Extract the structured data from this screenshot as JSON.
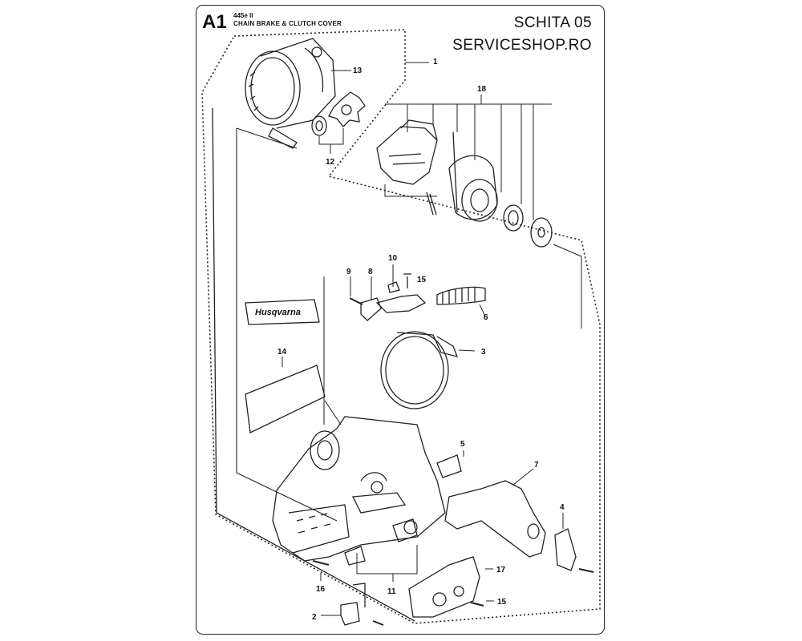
{
  "header": {
    "code": "A1",
    "model": "445e II",
    "subtitle": "CHAIN BRAKE & CLUTCH COVER",
    "schita": "SCHITA 05",
    "shop": "SERVICESHOP.RO"
  },
  "decal_brand": "Husqvarna",
  "callouts": [
    {
      "id": "callout-1",
      "text": "1"
    },
    {
      "id": "callout-2",
      "text": "2"
    },
    {
      "id": "callout-3",
      "text": "3"
    },
    {
      "id": "callout-4",
      "text": "4"
    },
    {
      "id": "callout-5",
      "text": "5"
    },
    {
      "id": "callout-6",
      "text": "6"
    },
    {
      "id": "callout-7",
      "text": "7"
    },
    {
      "id": "callout-8",
      "text": "8"
    },
    {
      "id": "callout-9",
      "text": "9"
    },
    {
      "id": "callout-10",
      "text": "10"
    },
    {
      "id": "callout-11",
      "text": "11"
    },
    {
      "id": "callout-12",
      "text": "12"
    },
    {
      "id": "callout-13",
      "text": "13"
    },
    {
      "id": "callout-14",
      "text": "14"
    },
    {
      "id": "callout-15a",
      "text": "15"
    },
    {
      "id": "callout-15b",
      "text": "15"
    },
    {
      "id": "callout-16",
      "text": "16"
    },
    {
      "id": "callout-17",
      "text": "17"
    },
    {
      "id": "callout-18",
      "text": "18"
    }
  ]
}
